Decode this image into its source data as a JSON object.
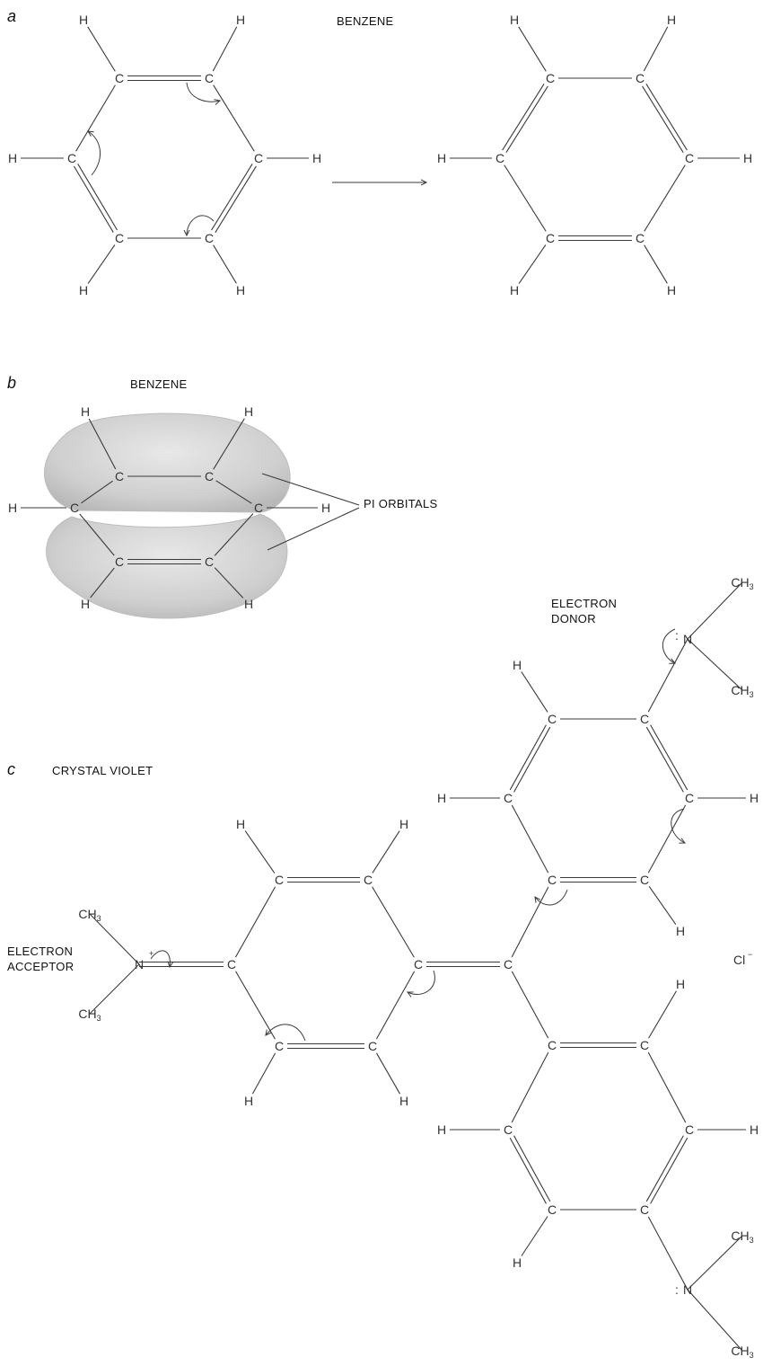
{
  "panels": {
    "a": {
      "letter": "a",
      "title": "BENZENE"
    },
    "b": {
      "letter": "b",
      "title": "BENZENE",
      "orbital_label": "PI ORBITALS"
    },
    "c": {
      "letter": "c",
      "title": "CRYSTAL VIOLET",
      "donor_label": [
        "ELECTRON",
        "DONOR"
      ],
      "acceptor_label": [
        "ELECTRON",
        "ACCEPTOR"
      ],
      "counter_ion": "Cl",
      "counter_ion_charge": "−",
      "methyl": "CH",
      "methyl_sub": "3"
    }
  },
  "atoms": {
    "carbon": "C",
    "hydrogen": "H",
    "nitrogen": "N",
    "plus": "+",
    "lone_pair": ":"
  },
  "colors": {
    "ink": "#333333",
    "orbital": "#c9c9c9",
    "background": "#ffffff"
  }
}
